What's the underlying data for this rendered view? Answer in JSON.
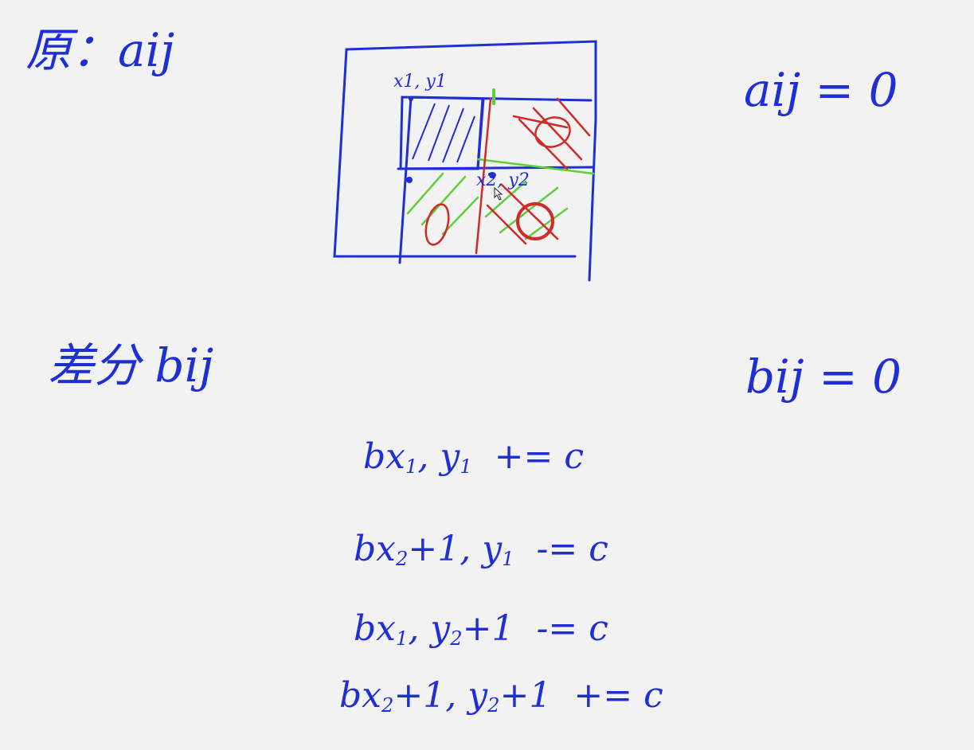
{
  "whiteboard": {
    "top_left_label": "原：aij",
    "top_right_label": "aij = 0",
    "mid_left_label": "差分 bij",
    "mid_right_label": "bij = 0",
    "corner_label_1": "x1, y1",
    "corner_label_2": "x2, y2",
    "equations": [
      {
        "b": "b",
        "x": "x",
        "x_sub": "1",
        "y": "y",
        "y_sub": "1",
        "rest": "+= c"
      },
      {
        "b": "b",
        "x": "x",
        "x_sub": "2",
        "x_tail": "+1",
        "y": "y",
        "y_sub": "1",
        "rest": "-= c"
      },
      {
        "b": "b",
        "x": "x",
        "x_sub": "1",
        "y": "y",
        "y_sub": "2",
        "y_tail": "+1",
        "rest": "-= c"
      },
      {
        "b": "b",
        "x": "x",
        "x_sub": "2",
        "x_tail": "+1",
        "y": "y",
        "y_sub": "2",
        "y_tail": "+1",
        "rest": "+= c"
      }
    ],
    "colors": {
      "ink_blue": "#1f2fd6",
      "ink_red": "#d12a2a",
      "ink_green": "#5ccf3a",
      "background": "#f2f2f2"
    }
  }
}
